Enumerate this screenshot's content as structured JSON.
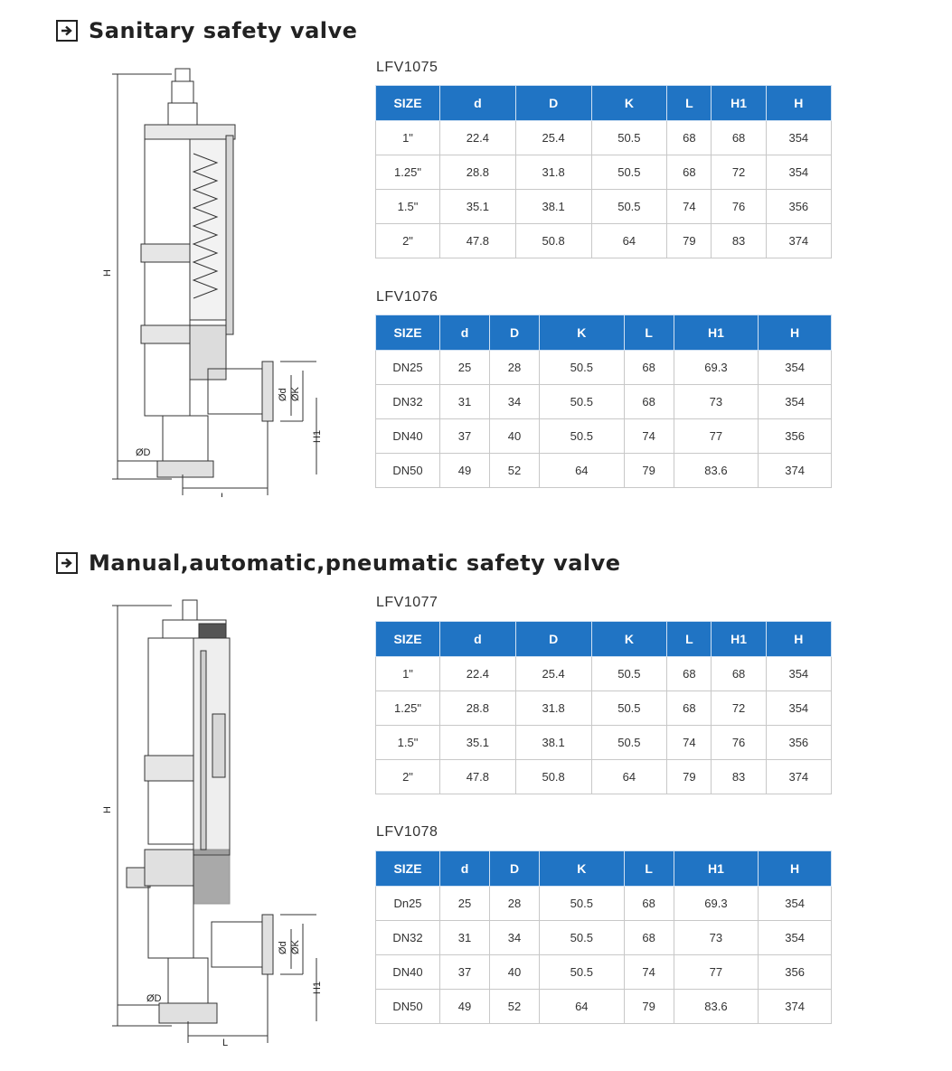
{
  "sections": [
    {
      "title": "Sanitary safety valve",
      "drawing_labels": {
        "H": "H",
        "H1": "H1",
        "D": "ØD",
        "L": "L",
        "d": "Ød",
        "K": "ØK"
      },
      "tables": [
        {
          "model": "LFV1075",
          "headers": [
            "SIZE",
            "d",
            "D",
            "K",
            "L",
            "H1",
            "H"
          ],
          "rows": [
            [
              "1\"",
              "22.4",
              "25.4",
              "50.5",
              "68",
              "68",
              "354"
            ],
            [
              "1.25\"",
              "28.8",
              "31.8",
              "50.5",
              "68",
              "72",
              "354"
            ],
            [
              "1.5\"",
              "35.1",
              "38.1",
              "50.5",
              "74",
              "76",
              "356"
            ],
            [
              "2\"",
              "47.8",
              "50.8",
              "64",
              "79",
              "83",
              "374"
            ]
          ]
        },
        {
          "model": "LFV1076",
          "headers": [
            "SIZE",
            "d",
            "D",
            "K",
            "L",
            "H1",
            "H"
          ],
          "rows": [
            [
              "DN25",
              "25",
              "28",
              "50.5",
              "68",
              "69.3",
              "354"
            ],
            [
              "DN32",
              "31",
              "34",
              "50.5",
              "68",
              "73",
              "354"
            ],
            [
              "DN40",
              "37",
              "40",
              "50.5",
              "74",
              "77",
              "356"
            ],
            [
              "DN50",
              "49",
              "52",
              "64",
              "79",
              "83.6",
              "374"
            ]
          ]
        }
      ]
    },
    {
      "title": "Manual,automatic,pneumatic safety valve",
      "drawing_labels": {
        "H": "H",
        "H1": "H1",
        "D": "ØD",
        "L": "L",
        "d": "Ød",
        "K": "ØK"
      },
      "tables": [
        {
          "model": "LFV1077",
          "headers": [
            "SIZE",
            "d",
            "D",
            "K",
            "L",
            "H1",
            "H"
          ],
          "rows": [
            [
              "1\"",
              "22.4",
              "25.4",
              "50.5",
              "68",
              "68",
              "354"
            ],
            [
              "1.25\"",
              "28.8",
              "31.8",
              "50.5",
              "68",
              "72",
              "354"
            ],
            [
              "1.5\"",
              "35.1",
              "38.1",
              "50.5",
              "74",
              "76",
              "356"
            ],
            [
              "2\"",
              "47.8",
              "50.8",
              "64",
              "79",
              "83",
              "374"
            ]
          ]
        },
        {
          "model": "LFV1078",
          "headers": [
            "SIZE",
            "d",
            "D",
            "K",
            "L",
            "H1",
            "H"
          ],
          "rows": [
            [
              "Dn25",
              "25",
              "28",
              "50.5",
              "68",
              "69.3",
              "354"
            ],
            [
              "DN32",
              "31",
              "34",
              "50.5",
              "68",
              "73",
              "354"
            ],
            [
              "DN40",
              "37",
              "40",
              "50.5",
              "74",
              "77",
              "356"
            ],
            [
              "DN50",
              "49",
              "52",
              "64",
              "79",
              "83.6",
              "374"
            ]
          ]
        }
      ]
    }
  ]
}
